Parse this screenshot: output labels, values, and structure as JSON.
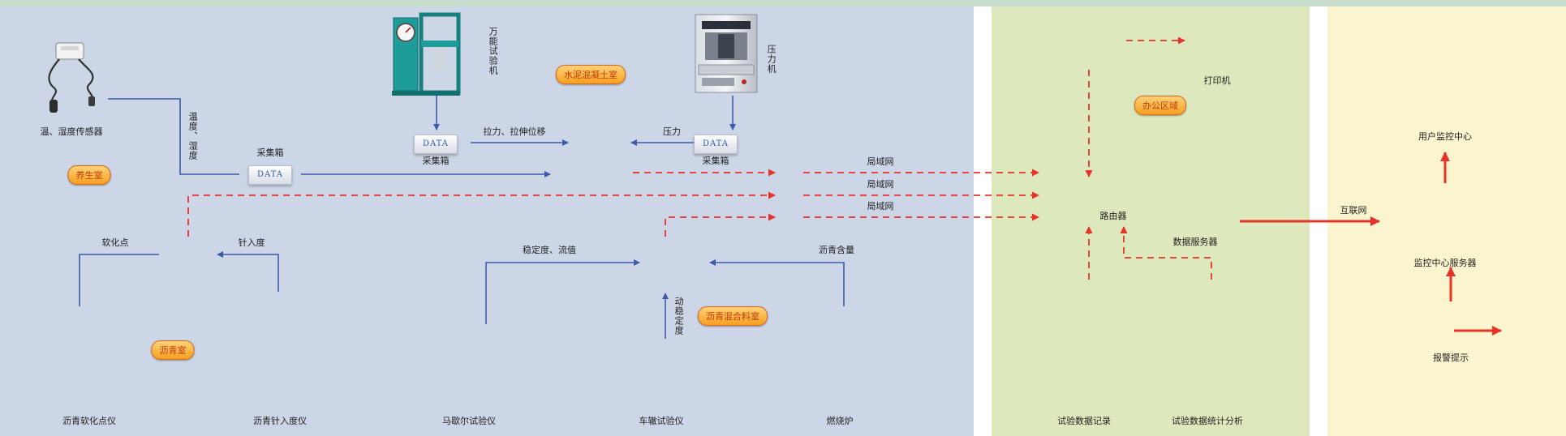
{
  "zones": {
    "lab": {
      "color": "#cdd6e6"
    },
    "office": {
      "color": "#dde8bc"
    },
    "monitor": {
      "color": "#fbf5cf"
    }
  },
  "badges": {
    "curing_room": "养生室",
    "cement_lab": "水泥混凝土室",
    "asphalt_room": "沥青室",
    "asphalt_mix_room": "沥青混合料室",
    "office_area": "办公区域"
  },
  "collect_box_text": "DATA",
  "labels": {
    "temp_humidity_sensor": "温、湿度传感器",
    "temp_humidity_link": "温度、湿度",
    "collect_box_1": "采集箱",
    "collect_box_2": "采集箱",
    "collect_box_3": "采集箱",
    "universal_tester": "万能试验机",
    "press_machine": "压力机",
    "tension_link": "拉力、拉伸位移",
    "pressure_link": "压力",
    "softening_point_link": "软化点",
    "penetration_link": "针入度",
    "stability_flow_link": "稳定度、流值",
    "asphalt_content_link": "沥青含量",
    "dynamic_stability_link": "动稳定度",
    "softening_point_tester": "沥青软化点仪",
    "penetration_tester": "沥青针入度仪",
    "marshall_tester": "马歇尔试验仪",
    "rutting_tester": "车辙试验仪",
    "furnace": "燃烧炉",
    "lan_1": "局域网",
    "lan_2": "局域网",
    "lan_3": "局域网",
    "printer": "打印机",
    "router": "路由器",
    "data_server": "数据服务器",
    "test_record": "试验数据记录",
    "test_statistics": "试验数据统计分析",
    "internet": "互联网",
    "user_monitoring_center": "用户监控中心",
    "monitoring_server": "监控中心服务器",
    "alarm": "报警提示"
  },
  "colors": {
    "data_line": "#3a5cab",
    "lan_line": "#e8332a",
    "badge_border": "#e0641a"
  }
}
